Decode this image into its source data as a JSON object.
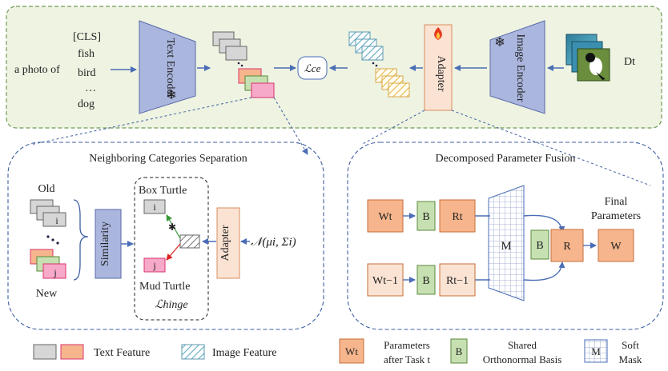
{
  "colors": {
    "panel_fill": "#eef3e2",
    "panel_border": "#6f9a55",
    "encoder_fill": "#aab6de",
    "encoder_border": "#5b6aa8",
    "adapter_fill": "#fbe3d3",
    "adapter_border": "#d98e5c",
    "orange_box": "#f6b58c",
    "green_box": "#c7e0b2",
    "pink_feature": "#f6a9c8",
    "pink_border": "#d9336f",
    "gray_feature": "#d6d6d6",
    "arrow_blue": "#4a6db5",
    "dashed_blue": "#3e5fa0"
  },
  "top": {
    "prompt": "a photo of",
    "classes": [
      "[CLS]",
      "fish",
      "bird",
      "…",
      "dog"
    ],
    "text_encoder": "Text Encoder",
    "loss": "ℒce",
    "adapter": "Adapter",
    "image_encoder": "Image Encoder",
    "dataset": "Dt"
  },
  "ncs": {
    "title": "Neighboring Categories Separation",
    "old": "Old",
    "new": "New",
    "feat_i": "i",
    "feat_j": "j",
    "similarity": "Similarity",
    "box_turtle": "Box  Turtle",
    "mud_turtle": "Mud  Turtle",
    "hinge": "ℒhinge",
    "adapter": "Adapter",
    "gaussian": "𝒩(μi, Σi)"
  },
  "dpf": {
    "title": "Decomposed Parameter Fusion",
    "w_t": "Wt",
    "w_t1": "Wt−1",
    "b": "B",
    "r_t": "Rt",
    "r_t1": "Rt−1",
    "m": "M",
    "r": "R",
    "w": "W",
    "final_1": "Final",
    "final_2": "Parameters"
  },
  "legend": {
    "text_feature": "Text Feature",
    "image_feature": "Image Feature",
    "wt_symbol": "Wt",
    "params_1": "Parameters",
    "params_2": "after Task t",
    "b_symbol": "B",
    "shared_1": "Shared",
    "shared_2": "Orthonormal Basis",
    "m_symbol": "M",
    "soft_1": "Soft",
    "soft_2": "Mask"
  }
}
